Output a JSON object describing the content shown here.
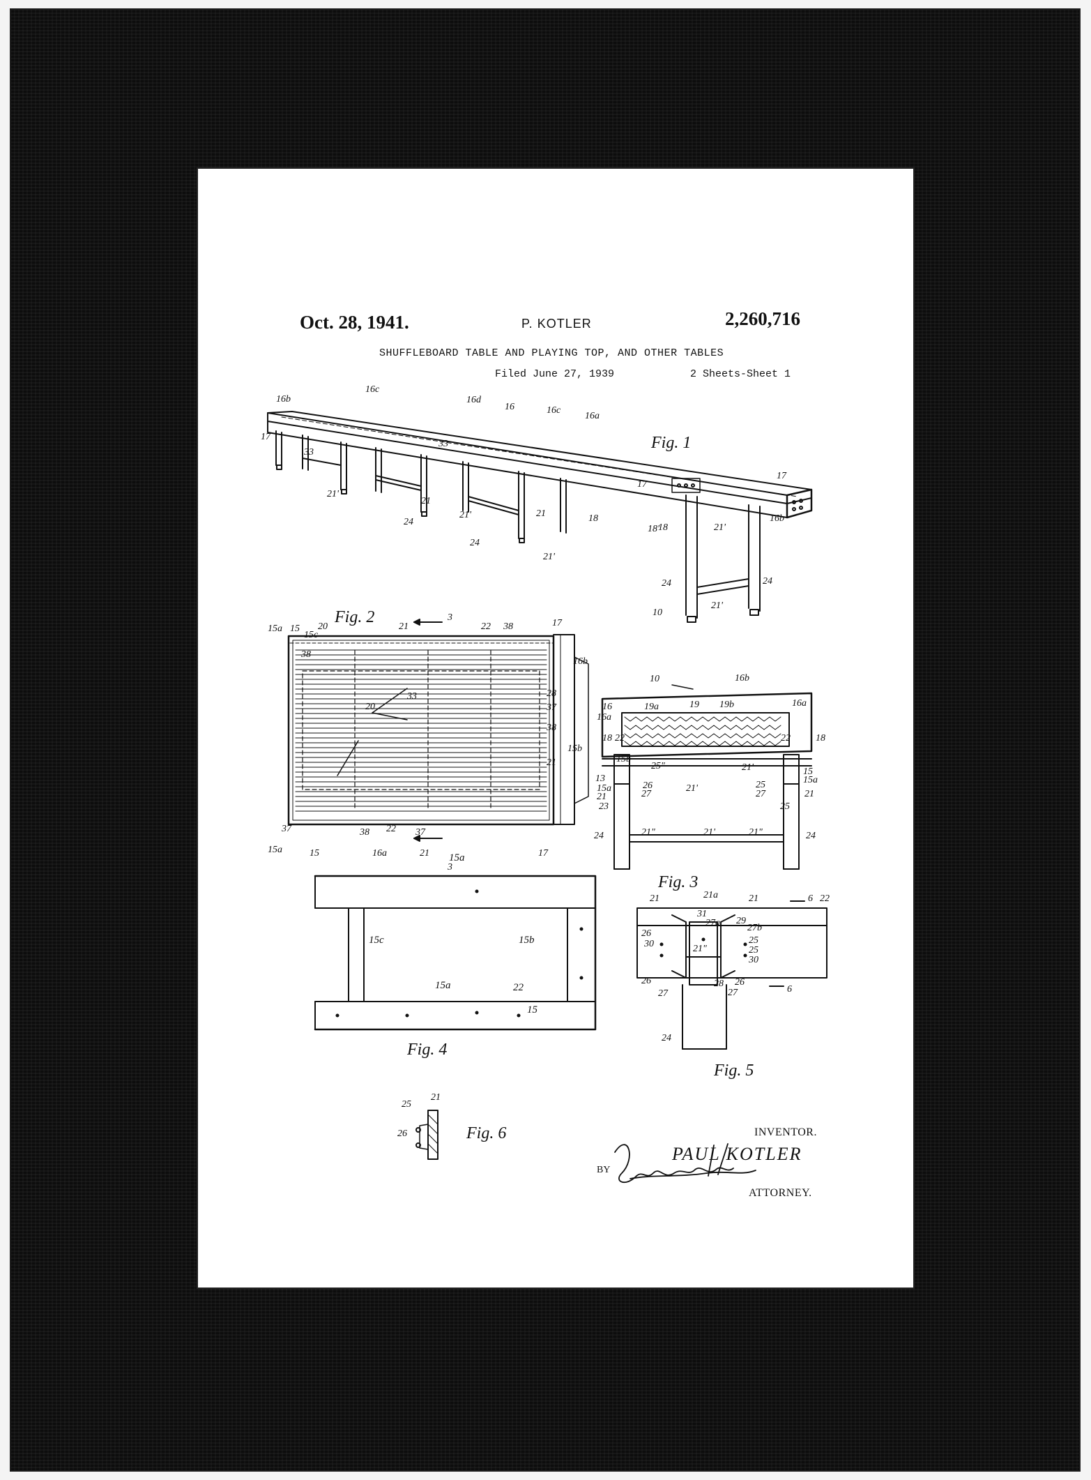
{
  "patent": {
    "date": "Oct. 28, 1941.",
    "inventor_short": "P. KOTLER",
    "number": "2,260,716",
    "title": "SHUFFLEBOARD TABLE AND PLAYING TOP, AND OTHER TABLES",
    "filed": "Filed June 27, 1939",
    "sheets": "2 Sheets-Sheet 1"
  },
  "figures": {
    "fig1": "Fig. 1",
    "fig2": "Fig. 2",
    "fig3": "Fig. 3",
    "fig4": "Fig. 4",
    "fig5": "Fig. 5",
    "fig6": "Fig. 6"
  },
  "signature": {
    "inventor_label": "INVENTOR.",
    "inventor_name": "PAUL KOTLER",
    "by": "BY",
    "attorney_label": "ATTORNEY."
  },
  "colors": {
    "mat": "#0d0d0d",
    "paper": "#ffffff",
    "ink": "#111111"
  }
}
